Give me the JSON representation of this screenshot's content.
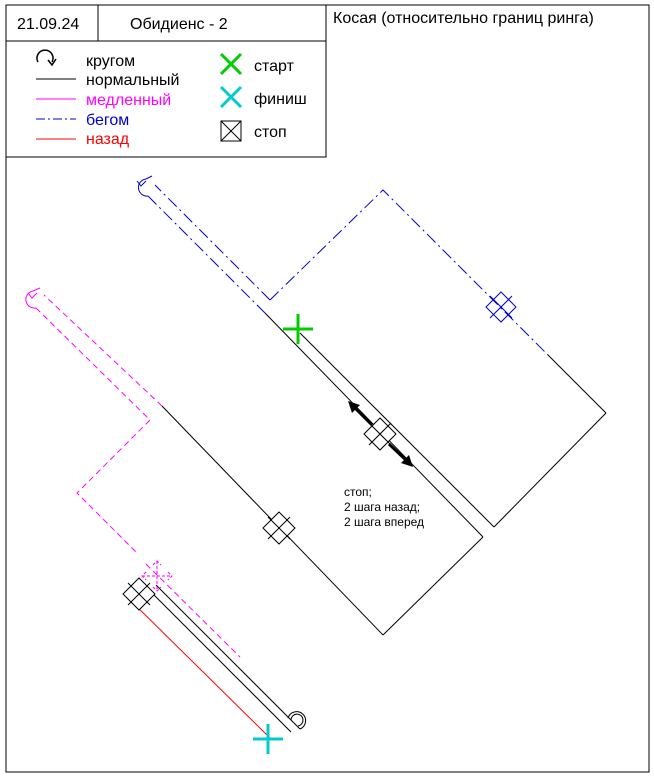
{
  "header": {
    "date": "21.09.24",
    "title": "Обидиенс - 2",
    "subtitle": "Косая (относительно границ ринга)"
  },
  "legend": {
    "lines": [
      {
        "label": "кругом",
        "style": "turn"
      },
      {
        "label": "нормальный",
        "style": "normal",
        "color": "#000000"
      },
      {
        "label": "медленный",
        "style": "slow",
        "color": "#ff00ff"
      },
      {
        "label": "бегом",
        "style": "run",
        "color": "#0000cc"
      },
      {
        "label": "назад",
        "style": "back",
        "color": "#ff0000"
      }
    ],
    "markers": [
      {
        "label": "старт",
        "color": "#00cc00"
      },
      {
        "label": "финиш",
        "color": "#00cccc"
      },
      {
        "label": "стоп",
        "color": "#000000"
      }
    ]
  },
  "annotation": {
    "lines": [
      "стоп;",
      "2 шага назад;",
      "2 шага вперед"
    ]
  },
  "colors": {
    "normal": "#000000",
    "slow": "#ff00ff",
    "run": "#0000cc",
    "back": "#ff0000",
    "start": "#00cc00",
    "finish": "#00cccc"
  }
}
